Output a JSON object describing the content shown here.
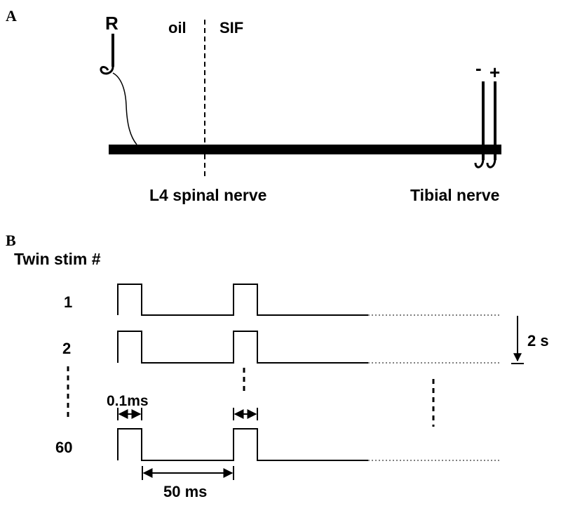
{
  "panel_a": {
    "label": "A",
    "recording_electrode_label": "R",
    "oil_label": "oil",
    "sif_label": "SIF",
    "spinal_nerve_label": "L4 spinal nerve",
    "tibial_nerve_label": "Tibial nerve",
    "minus_label": "-",
    "plus_label": "+"
  },
  "panel_b": {
    "label": "B",
    "title": "Twin stim #",
    "trace_labels": [
      "1",
      "2",
      "60"
    ],
    "pulse_width_label": "0.1ms",
    "interval_label": "50 ms",
    "period_label": "2 s"
  }
}
